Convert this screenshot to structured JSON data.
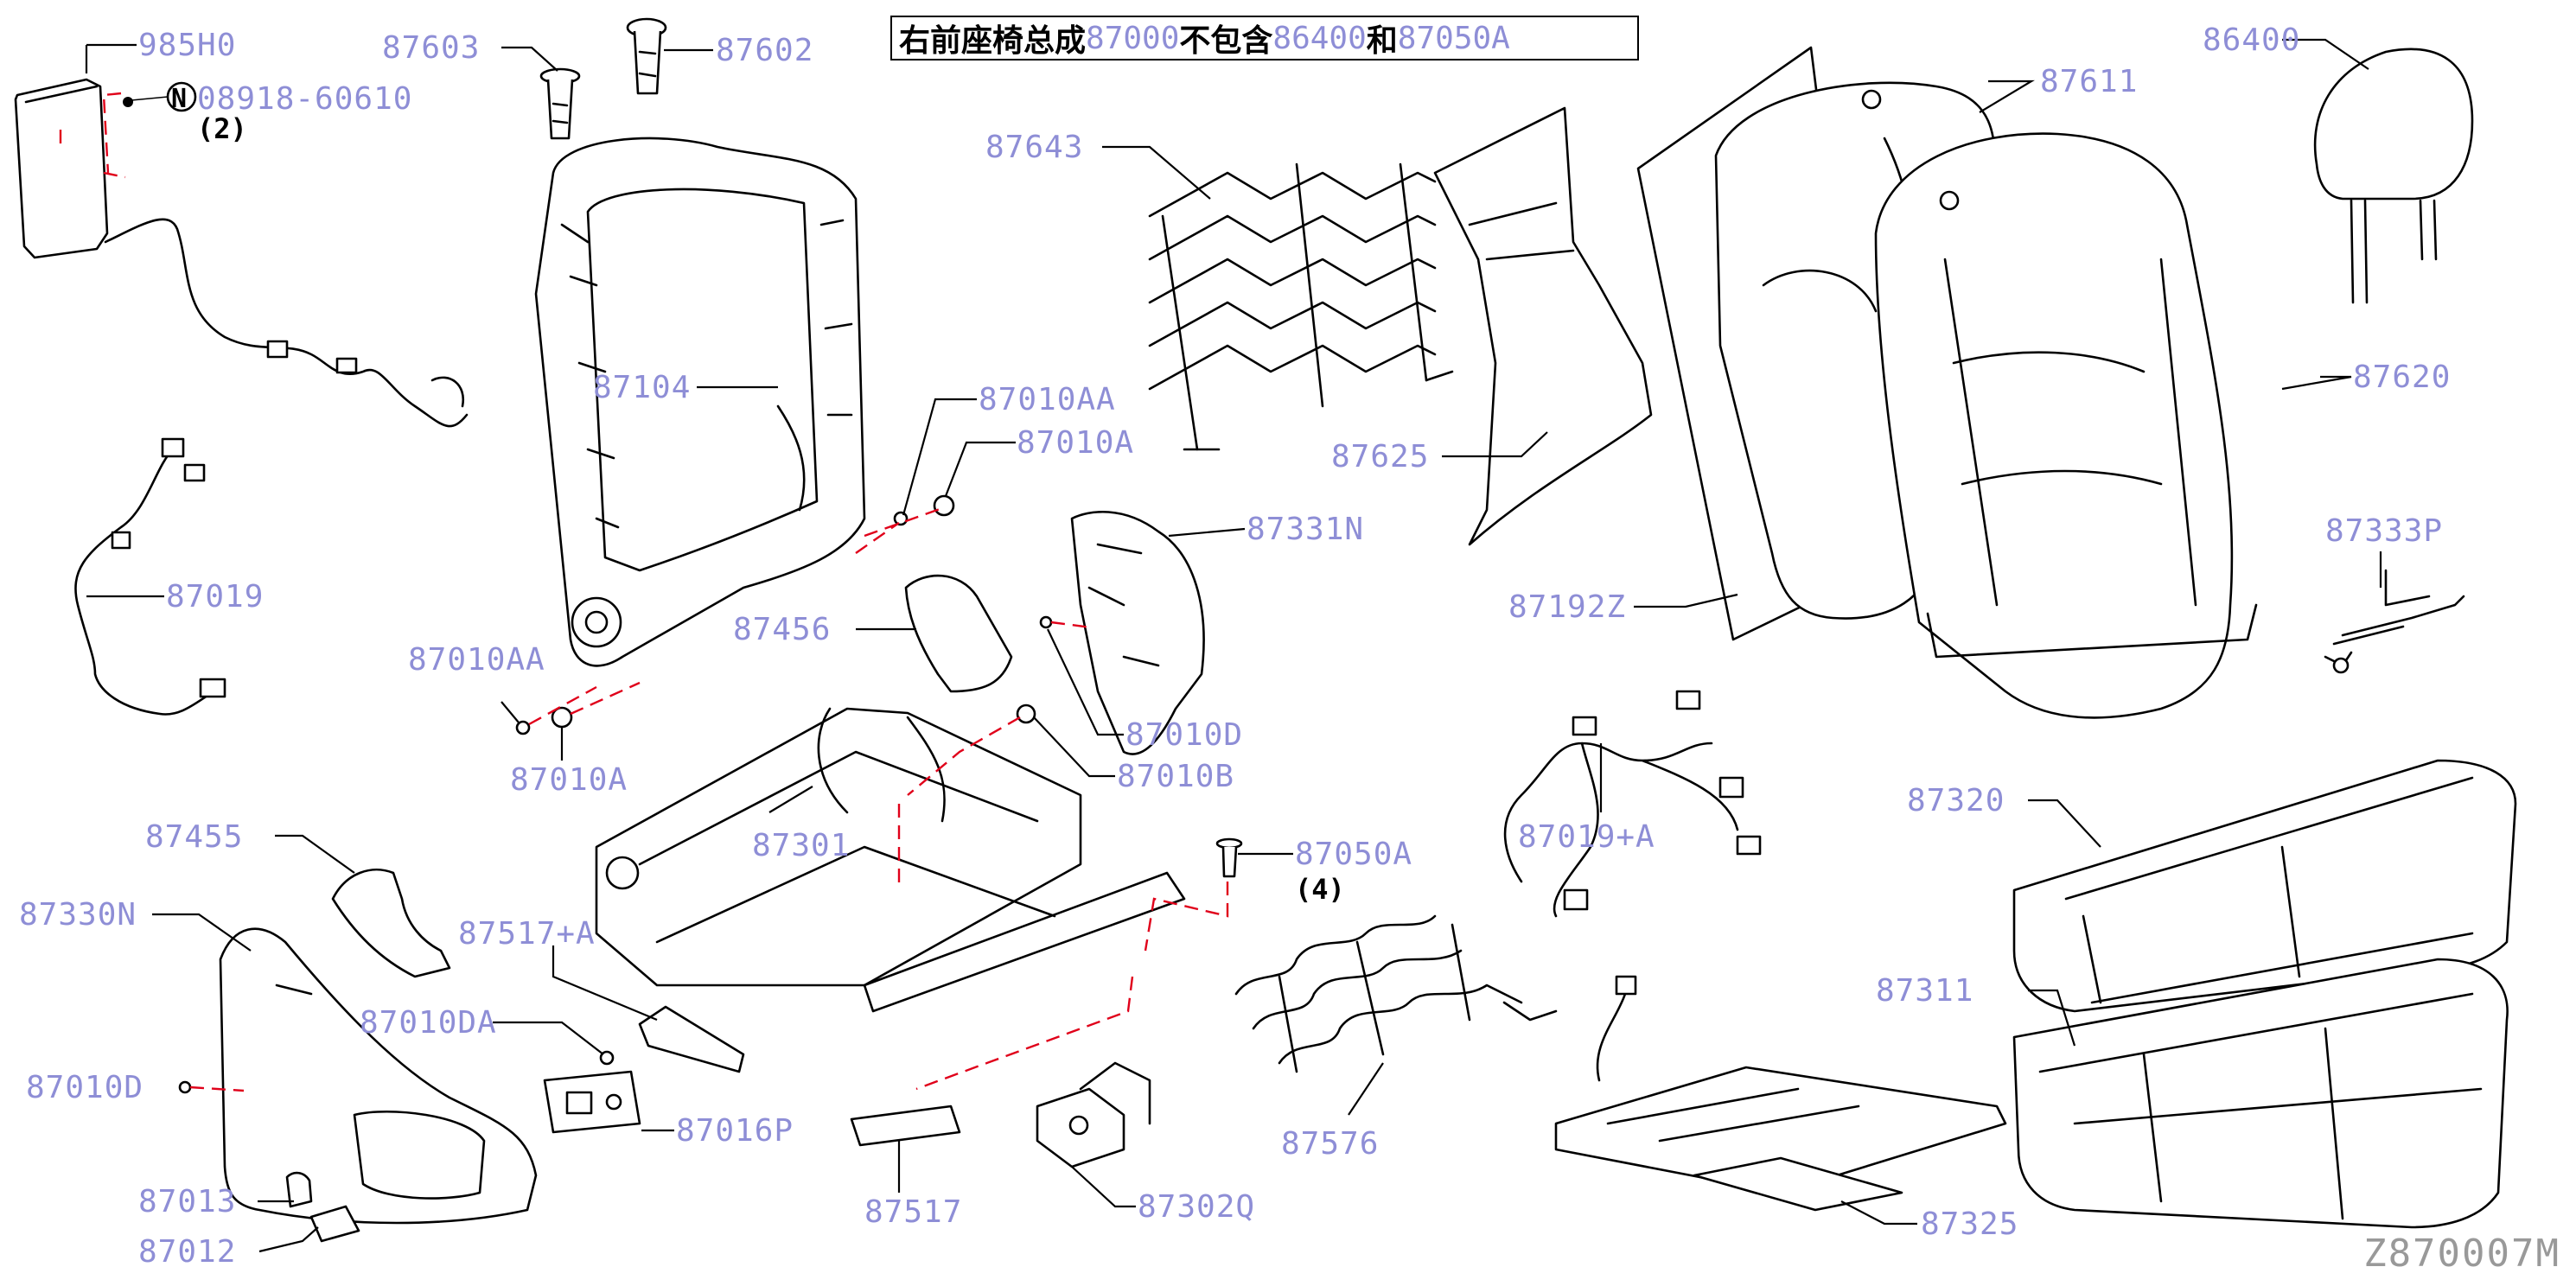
{
  "title": {
    "part1": "右前座椅总成",
    "code1": "87000",
    "part2": "不包含",
    "code2": "86400",
    "part3": "和",
    "code3": "87050A"
  },
  "drawing_number": "Z870007M",
  "callouts": {
    "c985H0": "985H0",
    "c87603": "87603",
    "c87602": "87602",
    "c08918": "08918-60610",
    "c08918_qty": "(2)",
    "c08918_mark": "N",
    "c87643": "87643",
    "c87611": "87611",
    "c86400": "86400",
    "c87104": "87104",
    "c87010AA_top": "87010AA",
    "c87010A_top": "87010A",
    "c87620": "87620",
    "c87625": "87625",
    "c87019": "87019",
    "c87331N": "87331N",
    "c87333P": "87333P",
    "c87192Z": "87192Z",
    "c87456": "87456",
    "c87010AA_low": "87010AA",
    "c87010D_mid": "87010D",
    "c87010B": "87010B",
    "c87010A_low": "87010A",
    "c87320": "87320",
    "c87019A": "87019+A",
    "c87301": "87301",
    "c87050A": "87050A",
    "c87050A_qty": "(4)",
    "c87455": "87455",
    "c87330N": "87330N",
    "c87517A": "87517+A",
    "c87311": "87311",
    "c87010DA": "87010DA",
    "c87010D_low": "87010D",
    "c87016P": "87016P",
    "c87576": "87576",
    "c87013": "87013",
    "c87012": "87012",
    "c87517": "87517",
    "c87302Q": "87302Q",
    "c87325": "87325"
  },
  "colors": {
    "callout": "#8e8ed6",
    "line": "#000000",
    "install_dash": "#e0001a",
    "drawing_number": "#999999"
  }
}
